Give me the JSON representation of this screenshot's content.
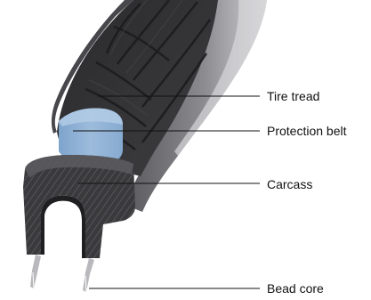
{
  "labels": {
    "tire_tread": "Tire tread",
    "protection_belt": "Protection belt",
    "carcass": "Carcass",
    "bead_core": "Bead core"
  },
  "colors": {
    "rubber_dark": "#2b2b2d",
    "tread_mid": "#3c3c3e",
    "sidewall": "#6c6c70",
    "sidewall_light": "#c9c9cc",
    "protection_belt": "#8fb2d6",
    "carcass_fabric": "#4a4a4d",
    "bead_wire": "#d9d9dc",
    "leader_line": "#111111"
  }
}
